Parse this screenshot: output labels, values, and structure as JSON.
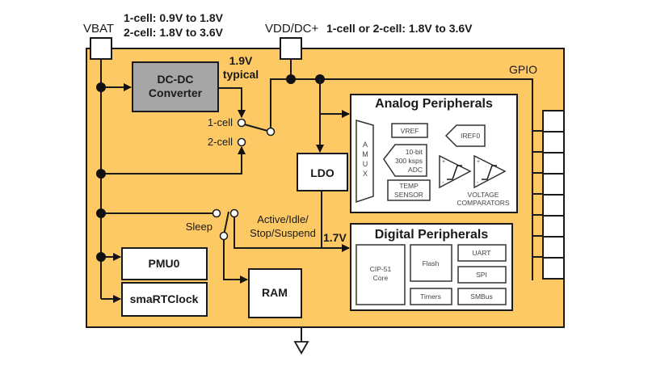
{
  "colors": {
    "chip_fill": "#fdc964",
    "converter_fill": "#a6a6a6",
    "block_fill": "#ffffff",
    "line": "#1a1a1a"
  },
  "pins": {
    "vbat": {
      "label": "VBAT",
      "range_1cell": "1-cell: 0.9V to 1.8V",
      "range_2cell": "2-cell: 1.8V to 3.6V"
    },
    "vdd": {
      "label": "VDD/DC+",
      "range": "1-cell or 2-cell: 1.8V to 3.6V"
    },
    "gpio": {
      "label": "GPIO",
      "pin_count": 8
    }
  },
  "blocks": {
    "dcdc": {
      "line1": "DC-DC",
      "line2": "Converter",
      "output_line1": "1.9V",
      "output_line2": "typical"
    },
    "ldo": {
      "label": "LDO",
      "output": "1.7V"
    },
    "pmu": {
      "label": "PMU0"
    },
    "rtc": {
      "label": "smaRTClock"
    },
    "ram": {
      "label": "RAM"
    }
  },
  "switches": {
    "cell_select": {
      "opt1": "1-cell",
      "opt2": "2-cell"
    },
    "power_mode": {
      "sleep": "Sleep",
      "active_line1": "Active/Idle/",
      "active_line2": "Stop/Suspend"
    }
  },
  "analog": {
    "title": "Analog Peripherals",
    "amux": [
      "A",
      "M",
      "U",
      "X"
    ],
    "vref": "VREF",
    "iref": "IREF0",
    "adc": [
      "10-bit",
      "300 ksps",
      "ADC"
    ],
    "temp": [
      "TEMP",
      "SENSOR"
    ],
    "comparators": [
      "VOLTAGE",
      "COMPARATORS"
    ],
    "comp_plus": "+",
    "comp_minus": "-"
  },
  "digital": {
    "title": "Digital Peripherals",
    "core": [
      "CIP-51",
      "Core"
    ],
    "flash": "Flash",
    "uart": "UART",
    "spi": "SPI",
    "timers": "Timers",
    "smbus": "SMBus"
  }
}
